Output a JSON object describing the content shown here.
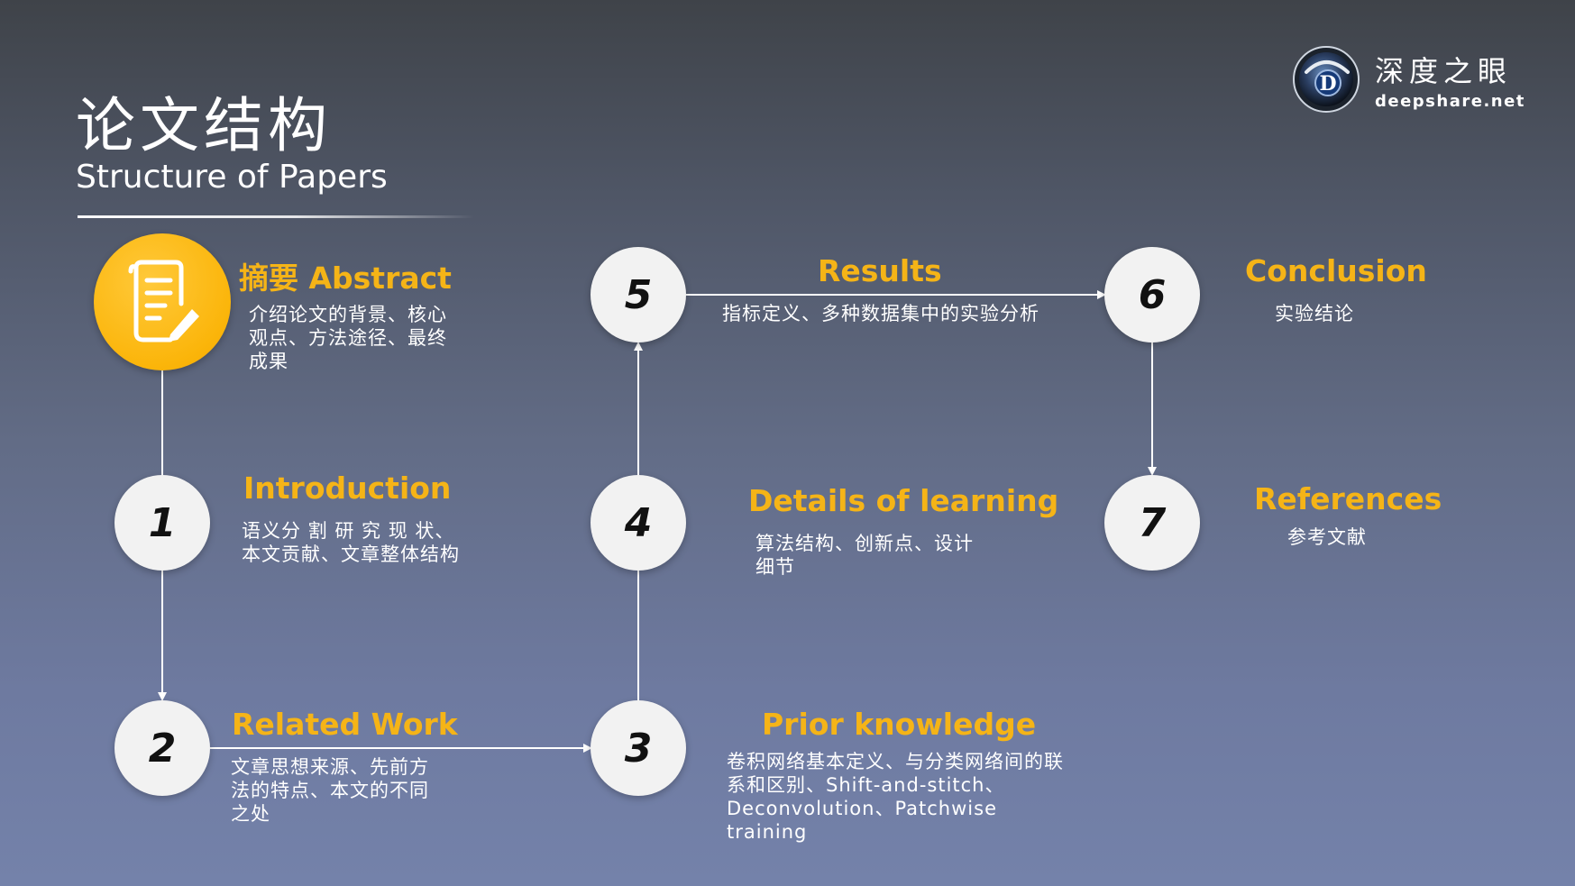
{
  "header": {
    "title_zh": "论文结构",
    "title_en": "Structure of Papers"
  },
  "logo": {
    "name_zh": "深度之眼",
    "domain": "deepshare.net",
    "badge_letter": "D"
  },
  "colors": {
    "accent": "#f5b417",
    "abstract_circle": "#fbb50a",
    "step_circle": "#f2f2f2",
    "text": "#ffffff"
  },
  "sections": {
    "abstract": {
      "title": "摘要 Abstract",
      "desc": [
        "介绍论文的背景、核心",
        "观点、方法途径、最终",
        "成果"
      ],
      "icon": "document-edit-icon"
    },
    "introduction": {
      "number": "1",
      "title": "Introduction",
      "desc": [
        "语义分 割 研 究 现 状、",
        "本文贡献、文章整体结构"
      ]
    },
    "related_work": {
      "number": "2",
      "title": "Related Work",
      "desc": [
        "文章思想来源、先前方",
        "法的特点、本文的不同",
        "之处"
      ]
    },
    "prior_knowledge": {
      "number": "3",
      "title": "Prior knowledge",
      "desc": [
        "卷积网络基本定义、与分类网络间的联",
        "系和区别、Shift-and-stitch、",
        "Deconvolution、Patchwise",
        "training"
      ]
    },
    "details_of_learning": {
      "number": "4",
      "title": "Details of learning",
      "desc": [
        "算法结构、创新点、设计",
        "细节"
      ]
    },
    "results": {
      "number": "5",
      "title": "Results",
      "desc": [
        "指标定义、多种数据集中的实验分析"
      ]
    },
    "conclusion": {
      "number": "6",
      "title": "Conclusion",
      "desc": [
        "实验结论"
      ]
    },
    "references": {
      "number": "7",
      "title": "References",
      "desc": [
        "参考文献"
      ]
    }
  }
}
